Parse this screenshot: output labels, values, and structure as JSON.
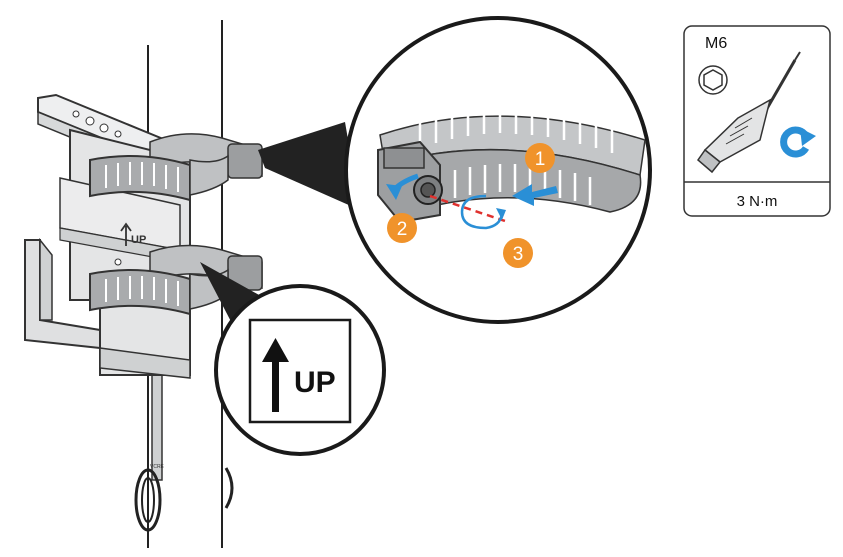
{
  "tool_box": {
    "size_label": "M6",
    "torque_label": "3 N·m"
  },
  "bracket": {
    "up_label": "UP"
  },
  "zoom_up": {
    "label": "UP"
  },
  "steps": [
    {
      "number": "1"
    },
    {
      "number": "2"
    },
    {
      "number": "3"
    }
  ],
  "colors": {
    "step_badge": "#f0932b",
    "arrow_blue": "#2a8fd6",
    "cut_line": "#e0312e",
    "clamp_gray": "#a9abad",
    "bracket_gray": "#e4e5e6"
  }
}
